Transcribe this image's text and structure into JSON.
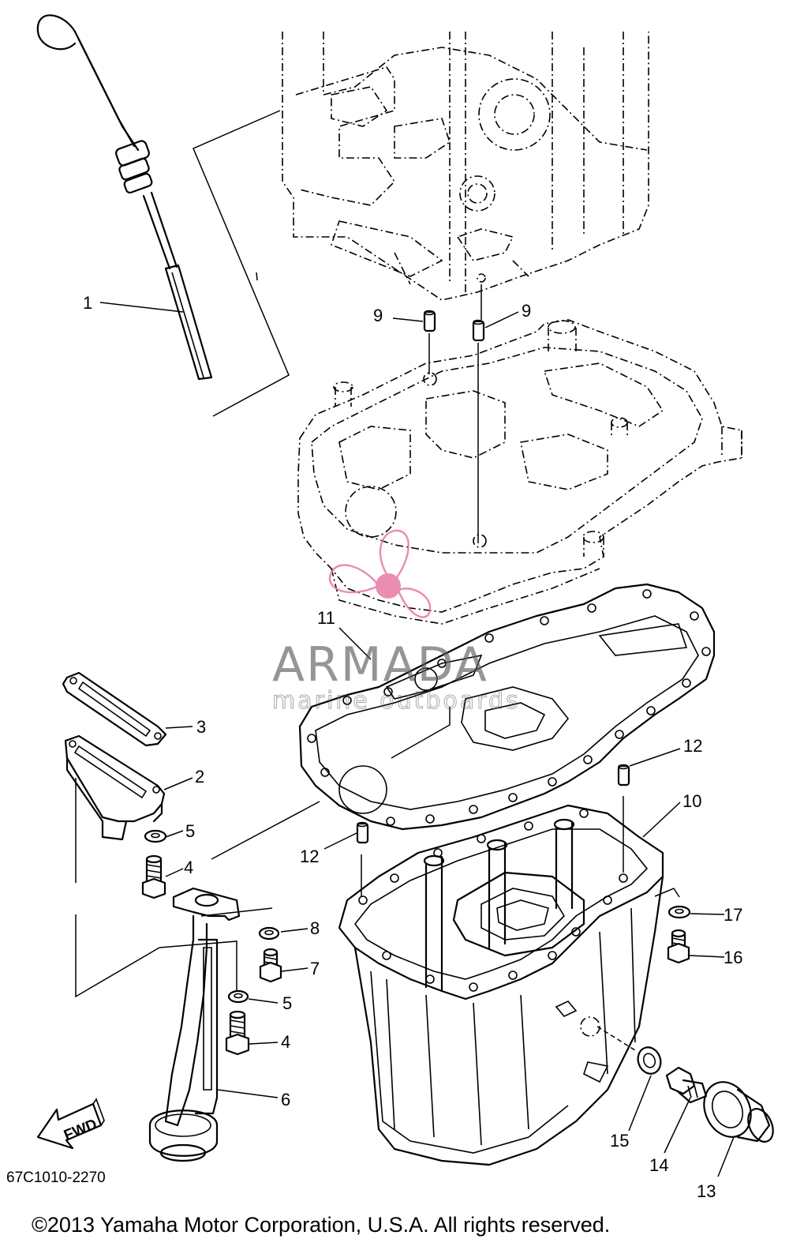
{
  "callouts": {
    "c1": "1",
    "c2": "2",
    "c3": "3",
    "c4a": "4",
    "c4b": "4",
    "c5a": "5",
    "c5b": "5",
    "c6": "6",
    "c7": "7",
    "c8": "8",
    "c9a": "9",
    "c9b": "9",
    "c10": "10",
    "c11": "11",
    "c12a": "12",
    "c12b": "12",
    "c13": "13",
    "c14": "14",
    "c15": "15",
    "c16": "16",
    "c17": "17"
  },
  "fwd_label": "FWD",
  "diagram_code": "67C1010-2270",
  "copyright": "©2013 Yamaha Motor Corporation, U.S.A. All rights reserved.",
  "watermark": {
    "brand": "ARMADA",
    "tagline": "marine outboards",
    "color": "#e87aa3"
  }
}
